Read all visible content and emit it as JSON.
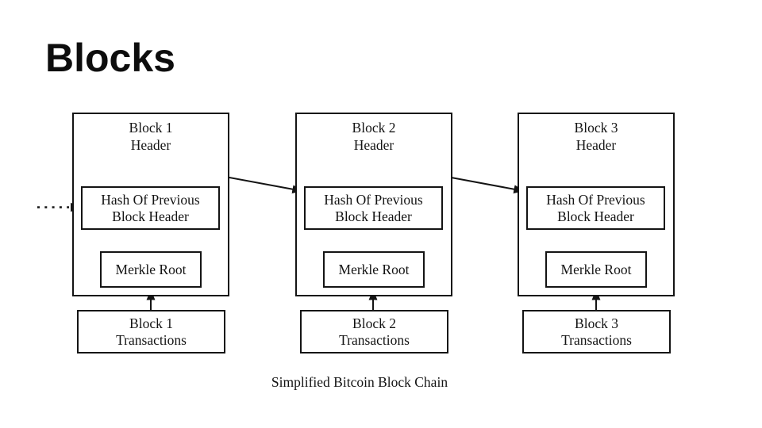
{
  "title": "Blocks",
  "caption": "Simplified Bitcoin Block Chain",
  "colors": {
    "ink": "#141414",
    "background": "#ffffff"
  },
  "blocks": [
    {
      "header": {
        "line1": "Block 1",
        "line2": "Header"
      },
      "hash": {
        "line1": "Hash Of Previous",
        "line2": "Block Header"
      },
      "merkle": "Merkle Root",
      "transactions": {
        "line1": "Block 1",
        "line2": "Transactions"
      }
    },
    {
      "header": {
        "line1": "Block 2",
        "line2": "Header"
      },
      "hash": {
        "line1": "Hash Of Previous",
        "line2": "Block Header"
      },
      "merkle": "Merkle Root",
      "transactions": {
        "line1": "Block 2",
        "line2": "Transactions"
      }
    },
    {
      "header": {
        "line1": "Block 3",
        "line2": "Header"
      },
      "hash": {
        "line1": "Hash Of Previous",
        "line2": "Block Header"
      },
      "merkle": "Merkle Root",
      "transactions": {
        "line1": "Block 3",
        "line2": "Transactions"
      }
    }
  ]
}
